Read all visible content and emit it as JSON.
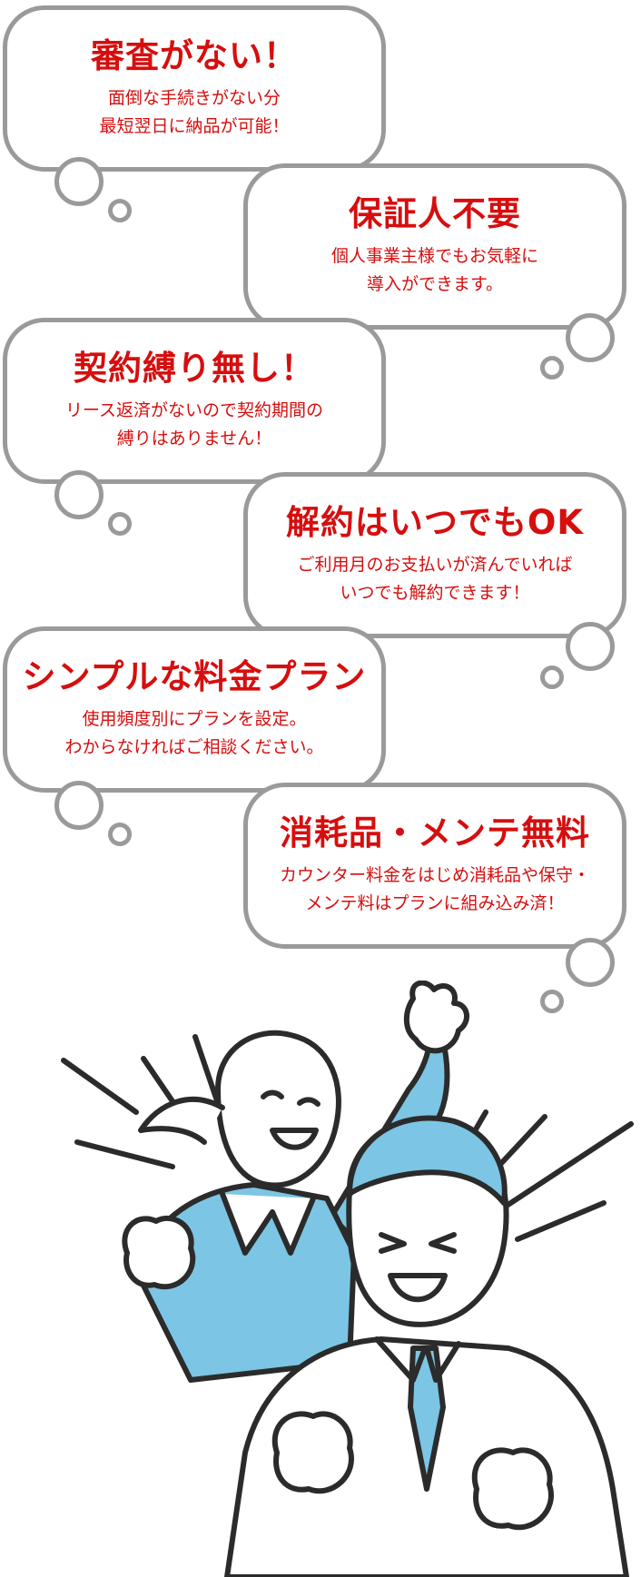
{
  "colors": {
    "accent_red": "#d60e0e",
    "bubble_border": "#9a9a9a",
    "suit_blue": "#7cc5e4",
    "line": "#2b2b2b"
  },
  "bubbles": [
    {
      "title": "審査がない！",
      "lines": [
        "面倒な手続きがない分",
        "最短翌日に納品が可能！"
      ]
    },
    {
      "title": "保証人不要",
      "lines": [
        "個人事業主様でもお気軽に",
        "導入ができます。"
      ]
    },
    {
      "title": "契約縛り無し！",
      "lines": [
        "リース返済がないので契約期間の",
        "縛りはありません！"
      ]
    },
    {
      "title": "解約はいつでもOK",
      "lines": [
        "ご利用月のお支払いが済んでいれば",
        "いつでも解約できます！"
      ]
    },
    {
      "title": "シンプルな料金プラン",
      "lines": [
        "使用頻度別にプランを設定。",
        "わからなければご相談ください。"
      ]
    },
    {
      "title": "消耗品・メンテ無料",
      "lines": [
        "カウンター料金をはじめ消耗品や保守・",
        "メンテ料はプランに組み込み済！"
      ]
    }
  ],
  "illustration": {
    "icon": "cheering-business-people-illustration"
  }
}
